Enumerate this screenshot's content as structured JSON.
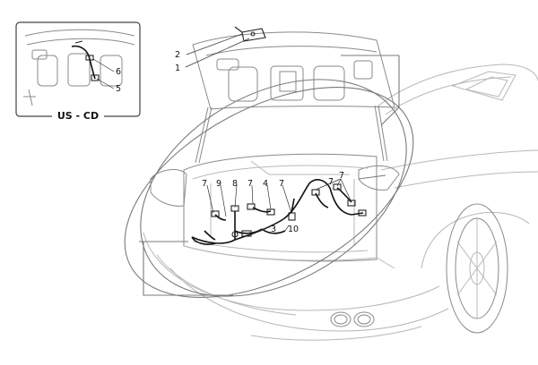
{
  "inset": {
    "label": "US - CD",
    "callouts": [
      "6",
      "5"
    ]
  },
  "callouts": [
    "1",
    "2",
    "3",
    "4",
    "7",
    "7",
    "7",
    "7",
    "7",
    "8",
    "9",
    "10"
  ]
}
